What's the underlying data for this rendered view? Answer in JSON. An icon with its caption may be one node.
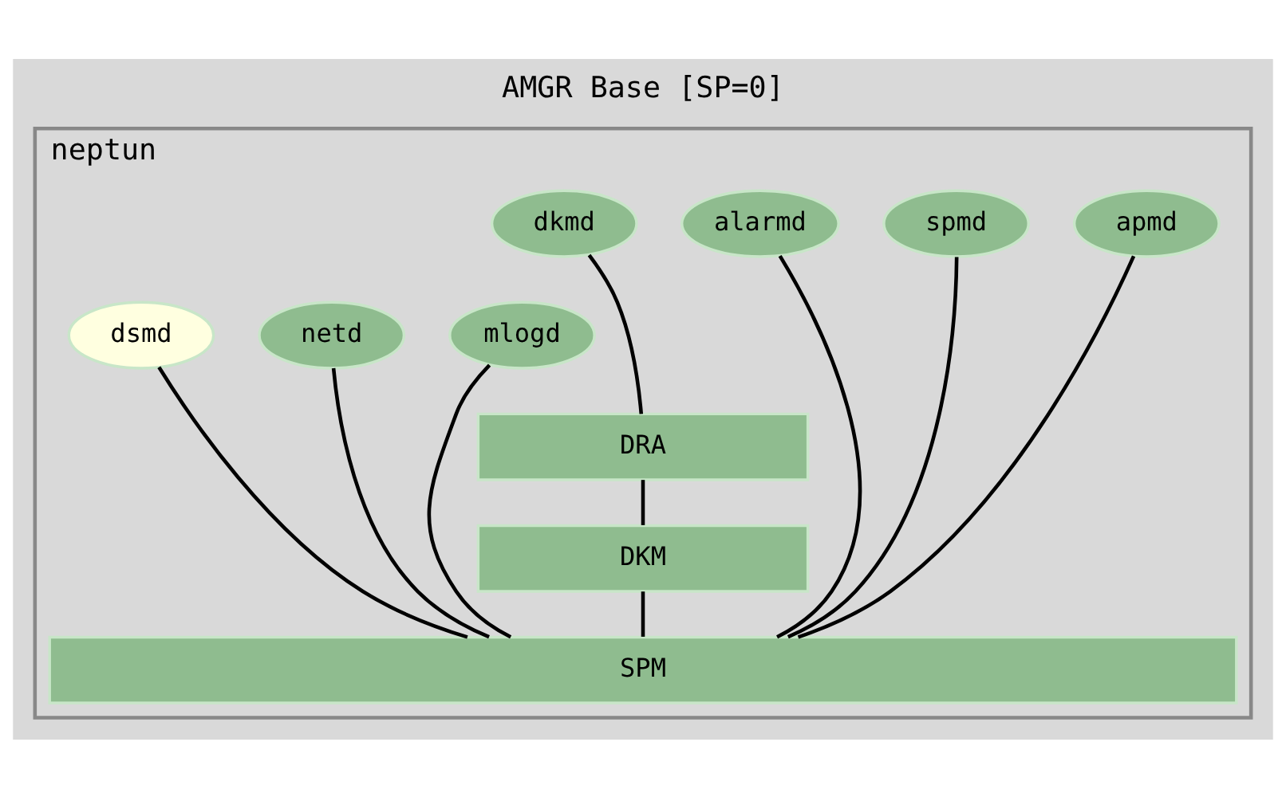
{
  "diagram": {
    "title": "AMGR Base [SP=0]",
    "nodes": [
      {
        "text": [
          "neptun"
        ]
      },
      {
        "text": [
          "apmd"
        ],
        "in": 0
      },
      {
        "text": [
          "spmd"
        ],
        "in": 0
      },
      {
        "text": [
          "alarmd"
        ],
        "in": 0
      },
      {
        "text": [
          "dkmd"
        ],
        "in": 0
      },
      {
        "text": [
          "mlogd"
        ],
        "in": 0
      },
      {
        "text": [
          "netd"
        ],
        "in": 0
      },
      {
        "text": [
          "dsmd"
        ],
        "in": 0
      },
      {
        "text": [
          "DRA"
        ],
        "in": 0
      },
      {
        "text": [
          "DKM"
        ],
        "in": 0
      },
      {
        "text": [
          "SPM"
        ],
        "in": 0
      }
    ],
    "edges": [
      {
        "from": 1,
        "to": 10,
        "arrow": "none"
      },
      {
        "from": 5,
        "to": 10,
        "arrow": "none"
      },
      {
        "from": 2,
        "to": 10,
        "arrow": "none"
      },
      {
        "from": 6,
        "to": 10,
        "arrow": "none"
      },
      {
        "from": 3,
        "to": 10,
        "arrow": "none"
      },
      {
        "from": 7,
        "to": 10,
        "arrow": "none"
      },
      {
        "from": 4,
        "to": 8,
        "arrow": "none"
      },
      {
        "from": 8,
        "to": 9,
        "arrow": "none"
      },
      {
        "from": 9,
        "to": 10,
        "arrow": "none"
      }
    ]
  }
}
